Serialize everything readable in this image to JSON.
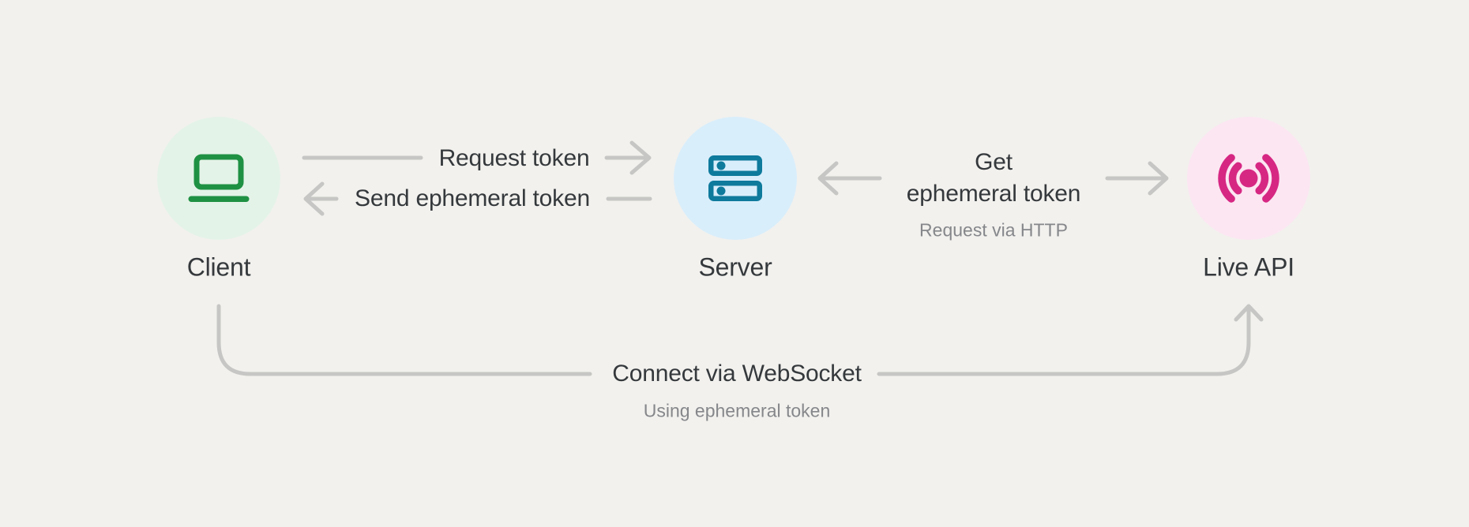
{
  "diagram": {
    "colors": {
      "background": "#f2f1ee",
      "connector": "#c6c6c4",
      "text_primary": "#35393c",
      "text_secondary": "#85878a",
      "client_circle": "#e4f3e8",
      "client_icon": "#1f9143",
      "server_circle": "#d9eefb",
      "server_icon": "#0e7a9c",
      "liveapi_circle": "#fce6f2",
      "liveapi_icon": "#d62783"
    },
    "nodes": [
      {
        "id": "client",
        "label": "Client",
        "icon": "laptop-icon"
      },
      {
        "id": "server",
        "label": "Server",
        "icon": "server-icon"
      },
      {
        "id": "live-api",
        "label": "Live API",
        "icon": "broadcast-icon"
      }
    ],
    "edges": [
      {
        "from": "Client",
        "to": "Server",
        "label": "Request token"
      },
      {
        "from": "Server",
        "to": "Client",
        "label": "Send ephemeral token"
      },
      {
        "from": "Server",
        "to": "Live API",
        "label_line1": "Get",
        "label_line2": "ephemeral token",
        "sublabel": "Request via HTTP"
      },
      {
        "from": "Client",
        "to": "Live API",
        "label": "Connect via WebSocket",
        "sublabel": "Using ephemeral token"
      }
    ]
  }
}
